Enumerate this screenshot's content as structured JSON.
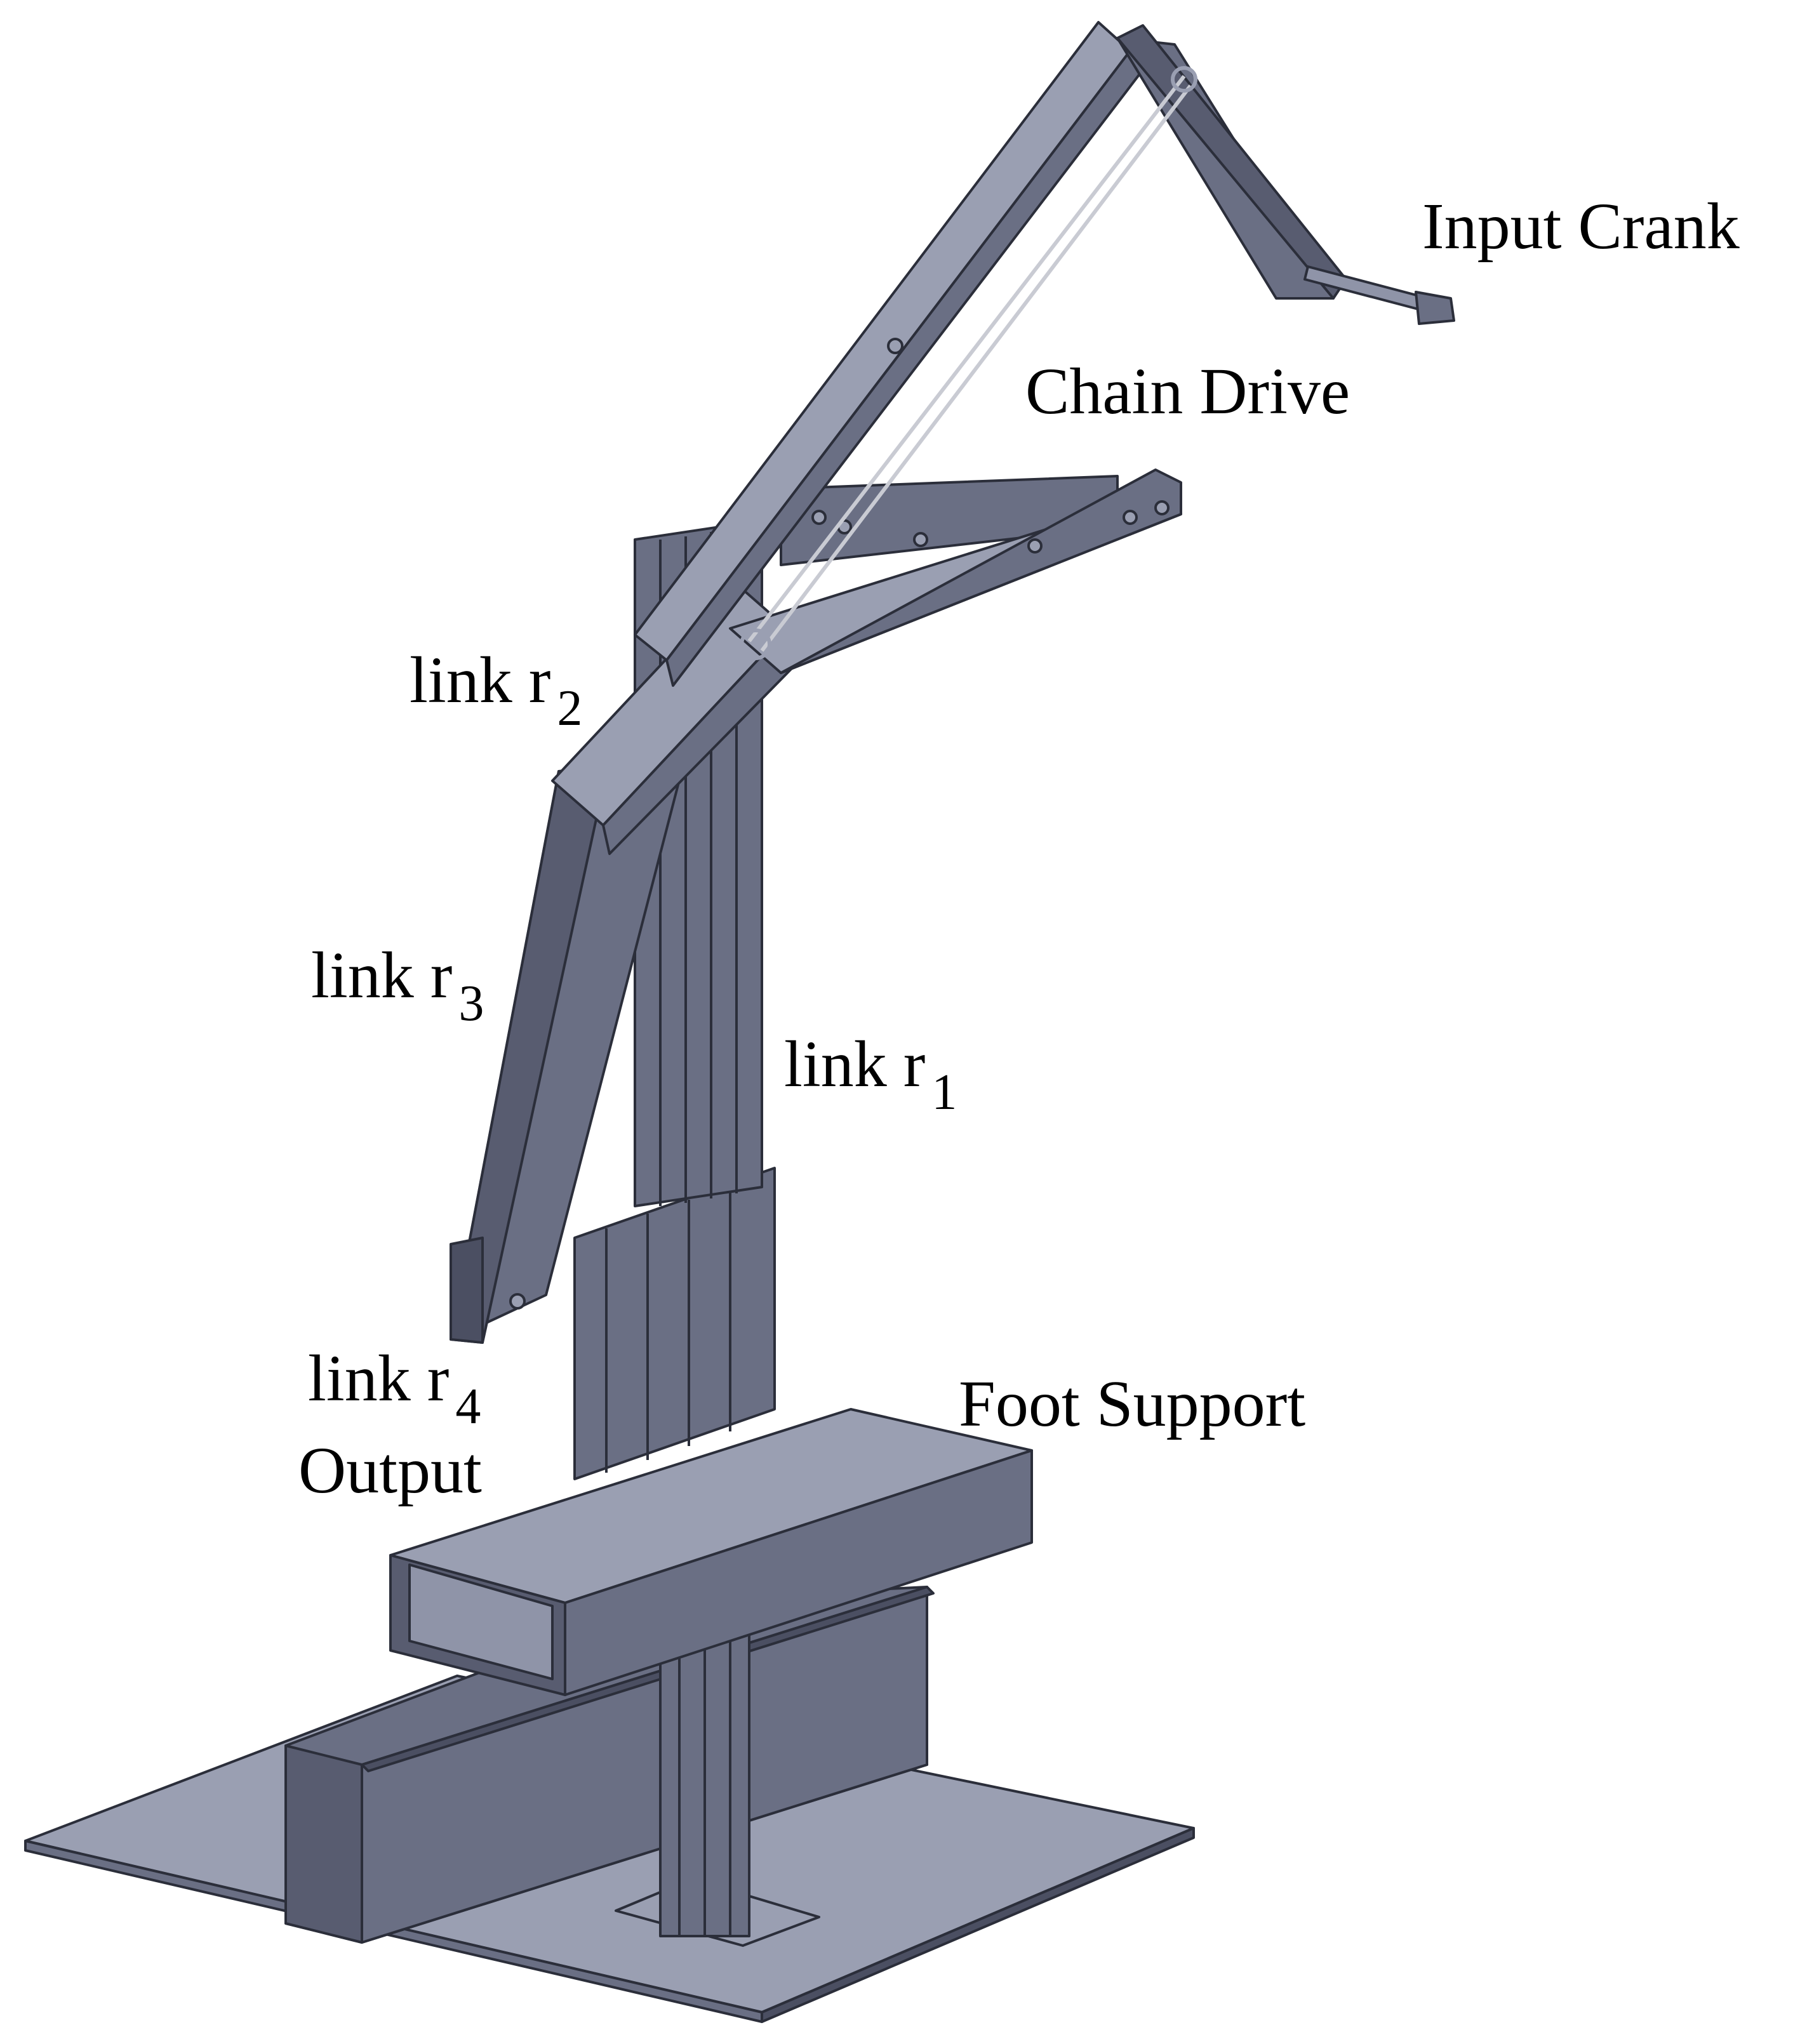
{
  "labels": {
    "input_crank": "Input Crank",
    "chain_drive": "Chain Drive",
    "link_r2": {
      "text": "link r",
      "sub": "2"
    },
    "link_r3": {
      "text": "link r",
      "sub": "3"
    },
    "link_r1": {
      "text": "link r",
      "sub": "1"
    },
    "link_r4": {
      "text": "link r",
      "sub": "4"
    },
    "output": "Output",
    "foot_support": "Foot Support"
  },
  "colors": {
    "background": "#ffffff",
    "metal_top": "#9a9fb2",
    "metal_side": "#6a6f84",
    "metal_dark": "#4b4f62",
    "edge": "#2b2e3a",
    "chain": "#c9cbd3"
  }
}
